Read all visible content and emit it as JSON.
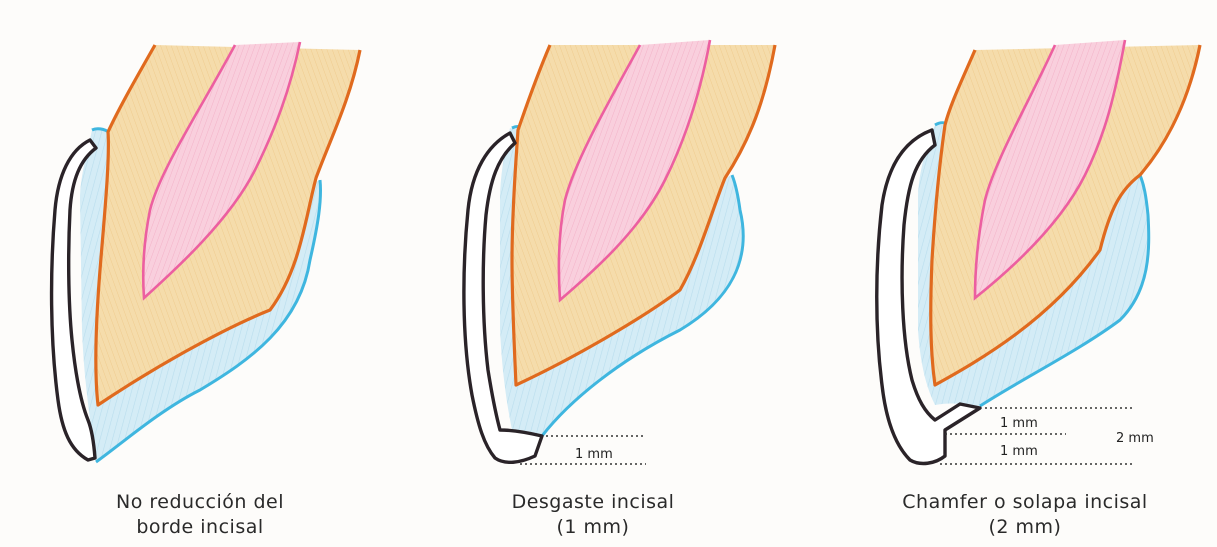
{
  "panels": [
    {
      "caption_line1": "No reducción del",
      "caption_line2": "borde incisal"
    },
    {
      "caption_line1": "Desgaste incisal",
      "caption_line2": "(1 mm)",
      "dims": [
        "1 mm"
      ]
    },
    {
      "caption_line1": "Chamfer o solapa incisal",
      "caption_line2": "(2 mm)",
      "dims": [
        "1 mm",
        "1 mm",
        "2 mm"
      ]
    }
  ],
  "colors": {
    "dentin_outline": "#e06a1e",
    "dentin_fill": "#f3d7a4",
    "pulp_outline": "#ec5fa0",
    "pulp_fill": "#f8c6d8",
    "enamel_outline": "#3fb6df",
    "enamel_fill": "#cfe9f4",
    "veneer_outline": "#2a2328",
    "dim_line": "#333333"
  }
}
